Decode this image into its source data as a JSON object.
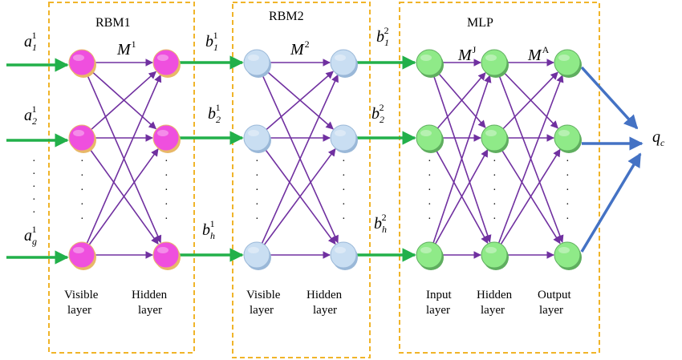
{
  "boxes": {
    "rbm1": {
      "title": "RBM1"
    },
    "rbm2": {
      "title": "RBM2"
    },
    "mlp": {
      "title": "MLP"
    }
  },
  "layer_labels": {
    "rbm1_visible": [
      "Visible",
      "layer"
    ],
    "rbm1_hidden": [
      "Hidden",
      "layer"
    ],
    "rbm2_visible": [
      "Visible",
      "layer"
    ],
    "rbm2_hidden": [
      "Hidden",
      "layer"
    ],
    "mlp_input": [
      "Input",
      "layer"
    ],
    "mlp_hidden": [
      "Hidden",
      "layer"
    ],
    "mlp_output": [
      "Output",
      "layer"
    ]
  },
  "inputs": [
    {
      "base": "a",
      "sup": "1",
      "sub": "1"
    },
    {
      "base": "a",
      "sup": "1",
      "sub": "2"
    },
    {
      "base": "a",
      "sup": "1",
      "sub": "g"
    }
  ],
  "between_12": [
    {
      "base": "b",
      "sup": "1",
      "sub": "1"
    },
    {
      "base": "b",
      "sup": "1",
      "sub": "2"
    },
    {
      "base": "b",
      "sup": "1",
      "sub": "h"
    }
  ],
  "between_2m": [
    {
      "base": "b",
      "sup": "2",
      "sub": "1"
    },
    {
      "base": "b",
      "sup": "2",
      "sub": "2"
    },
    {
      "base": "b",
      "sup": "2",
      "sub": "h"
    }
  ],
  "weights": {
    "rbm1": {
      "base": "M",
      "sup": "1"
    },
    "rbm2": {
      "base": "M",
      "sup": "2"
    },
    "mlp_j": {
      "base": "M",
      "sup": "J"
    },
    "mlp_a": {
      "base": "M",
      "sup": "A"
    }
  },
  "output": {
    "base": "q",
    "sub": "c"
  },
  "colors": {
    "box_border": "#f0b429",
    "rbm1_node": "#ef4fde",
    "rbm1_shadow": "#e8b868",
    "rbm2_node": "#c9def2",
    "rbm2_shadow": "#9ab8d8",
    "mlp_node": "#8fea88",
    "mlp_shadow": "#5fae5f",
    "green_arrow": "#22b04a",
    "purple_arrow": "#7030a0",
    "blue_arrow": "#4472c4"
  },
  "icons": {
    "node": "circle-node",
    "arrow": "arrowhead"
  }
}
